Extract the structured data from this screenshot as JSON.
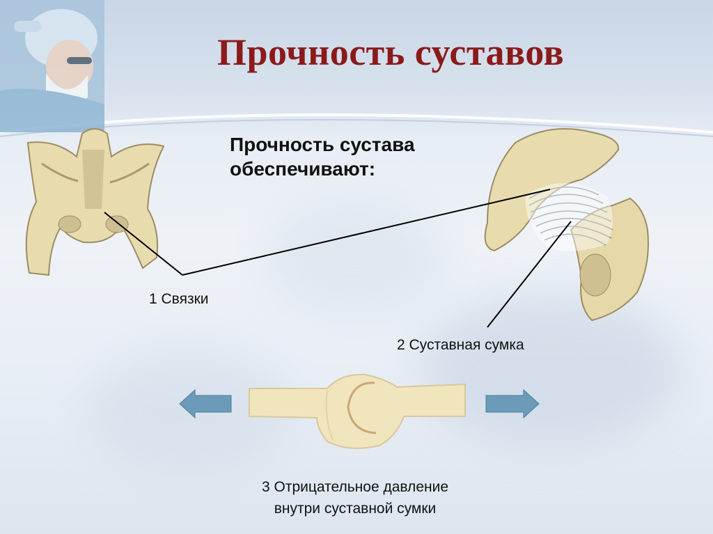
{
  "slide": {
    "title": "Прочность суставов",
    "subtitle": "Прочность сустава обеспечивают:",
    "labels": {
      "ligaments": "1 Связки",
      "capsule": "2 Суставная сумка",
      "pressure_line1": "3 Отрицательное давление",
      "pressure_line2": "внутри суставной сумки"
    }
  },
  "colors": {
    "title": "#8b1a1a",
    "text": "#111111",
    "bone": "#e8dcaf",
    "bone_shadow": "#b8a878",
    "arrow": "#6b9bb8"
  },
  "images": {
    "surgeon": "surgeon-photo",
    "pelvis": "pelvis-bone",
    "hip_joint": "hip-joint-with-ligaments",
    "joint_model": "joint-diagram"
  }
}
